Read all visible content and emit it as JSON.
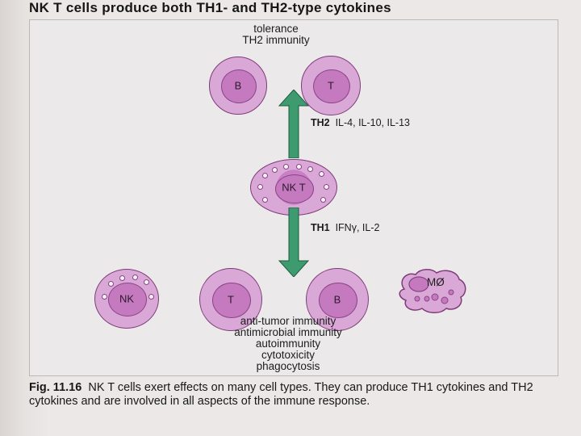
{
  "title": "NK T cells produce both TH1- and TH2-type cytokines",
  "top_label": [
    "tolerance",
    "TH2 immunity"
  ],
  "cells_top": [
    "B",
    "T"
  ],
  "center_cell": "NK T",
  "th2_prefix": "TH2",
  "th2_cytokines": "IL-4, IL-10, IL-13",
  "th1_prefix": "TH1",
  "th1_cytokines": "IFNγ, IL-2",
  "cells_bottom": [
    "NK",
    "T",
    "B",
    "MØ"
  ],
  "bottom_labels": [
    "anti-tumor immunity",
    "antimicrobial immunity",
    "autoimmunity",
    "cytotoxicity",
    "phagocytosis"
  ],
  "caption": {
    "fig": "Fig. 11.16",
    "text": "NK T cells exert effects on many cell types. They can produce TH1 cytokines and TH2 cytokines and are involved in all aspects of the immune response."
  },
  "colors": {
    "cell_fill": "#d9a8d6",
    "nucleus": "#c57ac0",
    "arrow": "#3d9b6f"
  }
}
